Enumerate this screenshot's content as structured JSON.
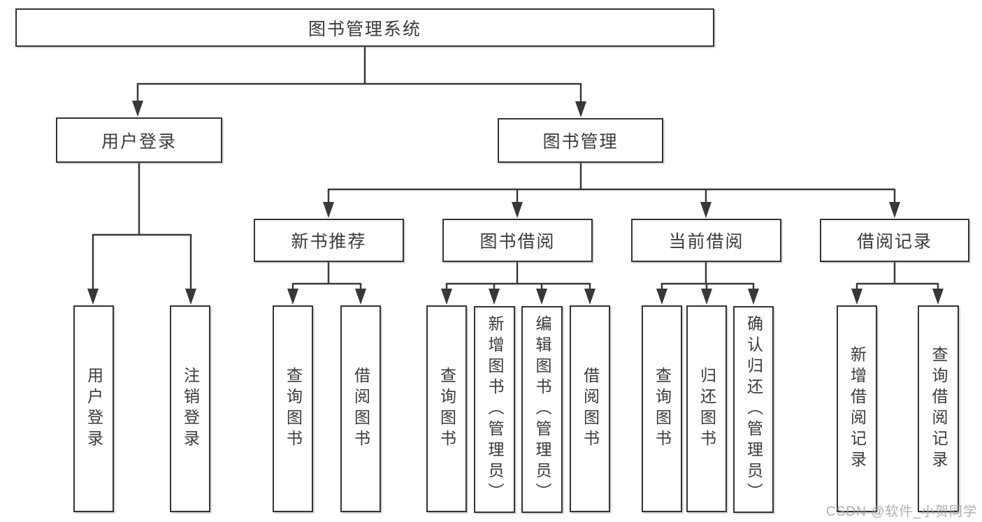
{
  "diagram": {
    "root": {
      "label": "图书管理系统"
    },
    "level1": [
      {
        "label": "用户登录"
      },
      {
        "label": "图书管理"
      }
    ],
    "level2": [
      {
        "label": "新书推荐"
      },
      {
        "label": "图书借阅"
      },
      {
        "label": "当前借阅"
      },
      {
        "label": "借阅记录"
      }
    ],
    "leaves": {
      "user_login": [
        "用户登录",
        "注销登录"
      ],
      "new_books": [
        "查询图书",
        "借阅图书"
      ],
      "book_borrowing": [
        "查询图书",
        "新增图书（管理员）",
        "编辑图书（管理员）",
        "借阅图书"
      ],
      "current_borrowing": [
        "查询图书",
        "归还图书",
        "确认归还（管理员）"
      ],
      "borrowing_records": [
        "新增借阅记录",
        "查询借阅记录"
      ]
    }
  },
  "colors": {
    "line": "#3a3a3a",
    "text": "#3a3a3a",
    "box_fill": "#ffffff",
    "background": "#ffffff",
    "watermark": "#a0a0a0"
  },
  "watermark": {
    "text": "CSDN @软件_小贺同学"
  }
}
